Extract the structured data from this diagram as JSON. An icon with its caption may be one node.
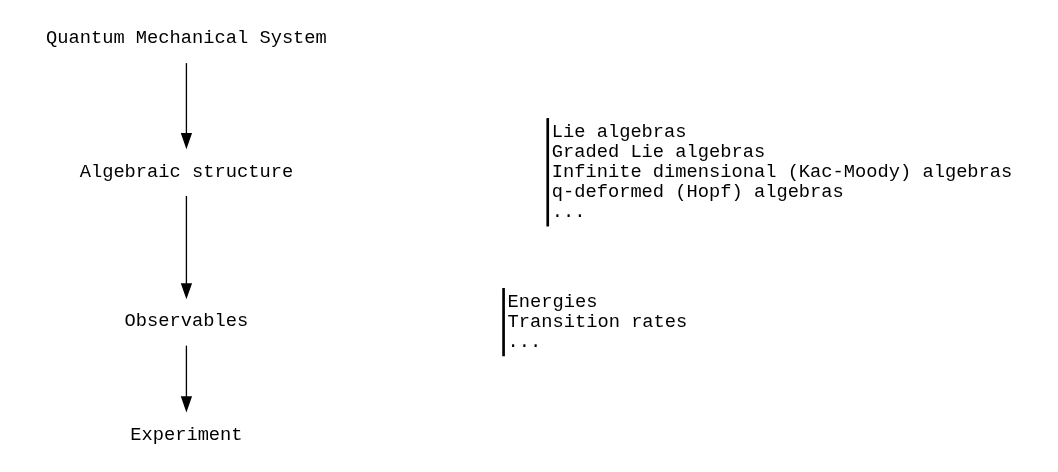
{
  "diagram": {
    "nodes": [
      {
        "text": [
          "Quantum Mechanical System"
        ]
      },
      {
        "text": [
          "Algebraic structure"
        ],
        "beside": [
          "Lie algebras",
          "Graded Lie algebras",
          "Infinite dimensional (Kac-Moody) algebras",
          "q-deformed (Hopf) algebras",
          "..."
        ]
      },
      {
        "text": [
          "Observables"
        ],
        "beside": [
          "Energies",
          "Transition rates",
          "..."
        ]
      },
      {
        "text": [
          "Experiment"
        ]
      }
    ],
    "edges": [
      {
        "from": 0,
        "to": 1,
        "arrow": "to"
      },
      {
        "from": 1,
        "to": 2,
        "arrow": "to"
      },
      {
        "from": 2,
        "to": 3,
        "arrow": "to"
      }
    ]
  }
}
